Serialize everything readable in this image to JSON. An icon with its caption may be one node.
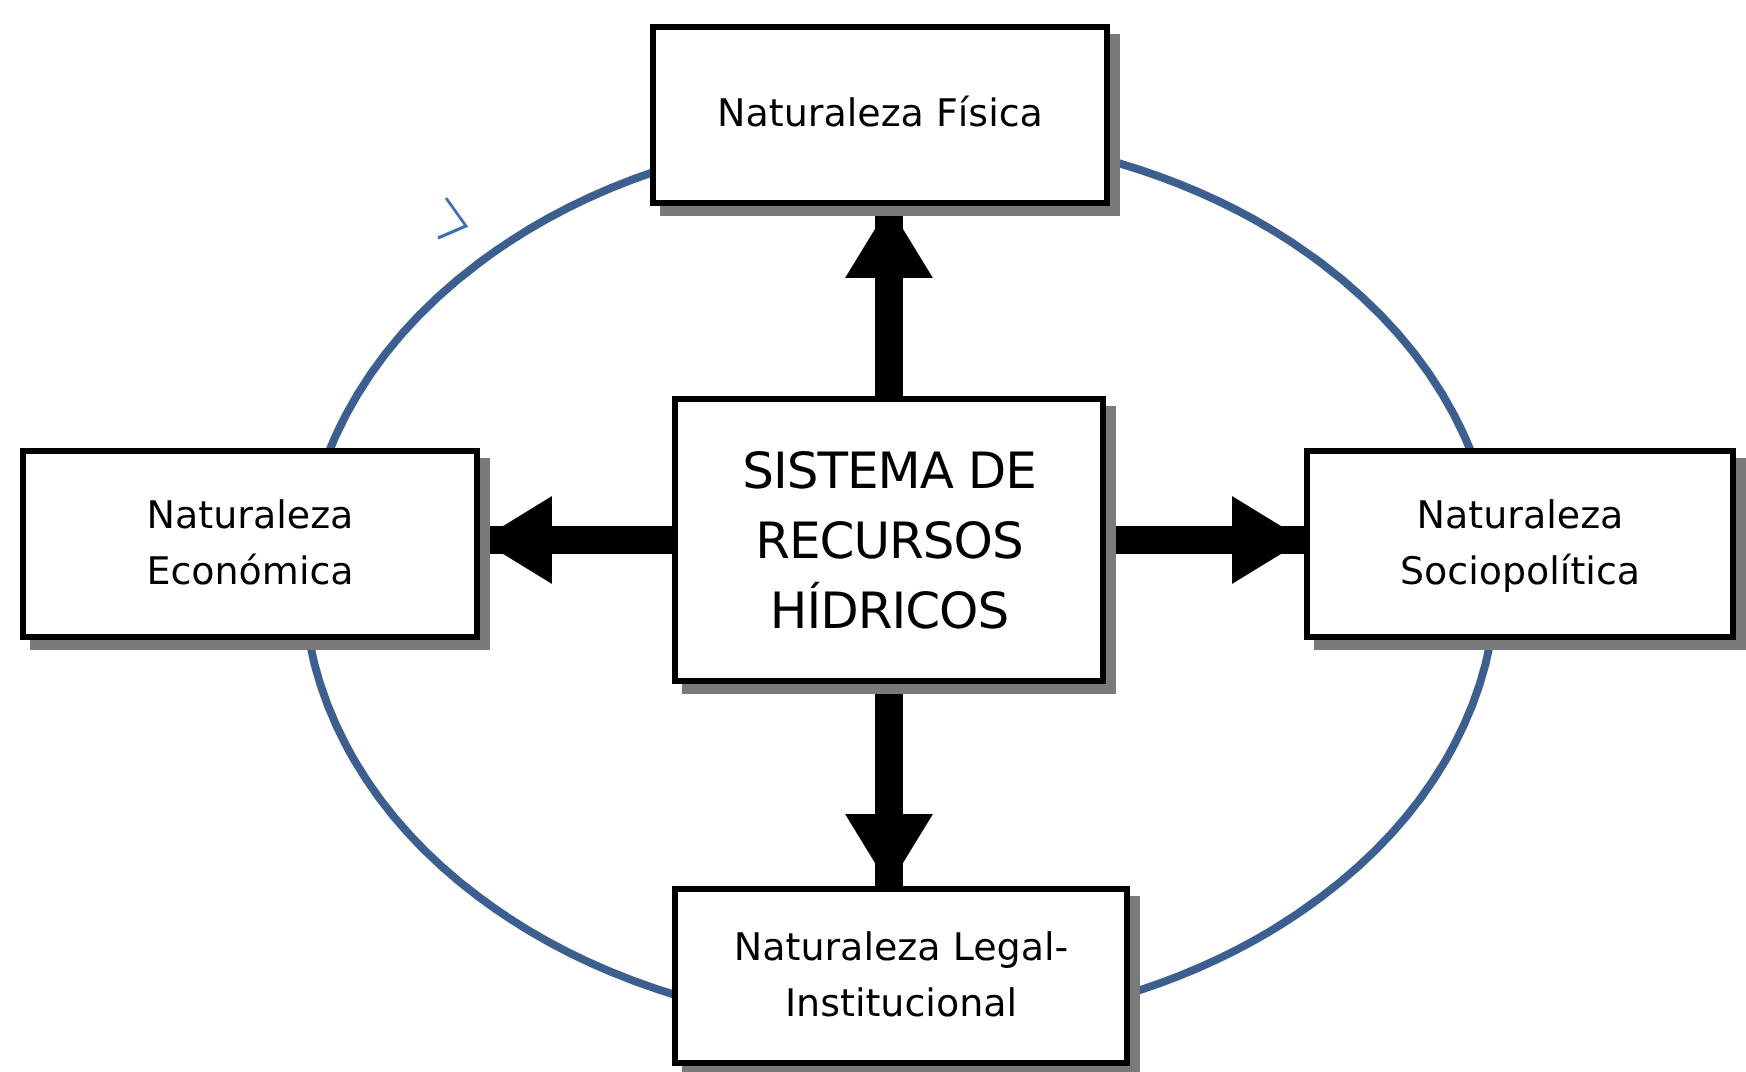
{
  "diagram": {
    "nodes": [
      {
        "text": [
          "Naturaleza Física"
        ]
      },
      {
        "text": [
          "Naturaleza Económica"
        ]
      },
      {
        "text": [
          "SISTEMA DE RECURSOS HÍDRICOS"
        ]
      },
      {
        "text": [
          "Naturaleza Sociopolítica"
        ]
      },
      {
        "text": [
          "Naturaleza Legal-Institucional"
        ]
      }
    ],
    "edges": [
      {
        "from": 2,
        "to": 0,
        "arrow": "to"
      },
      {
        "from": 2,
        "to": 1,
        "arrow": "to"
      },
      {
        "from": 2,
        "to": 3,
        "arrow": "to"
      },
      {
        "from": 2,
        "to": 4,
        "arrow": "to"
      }
    ]
  }
}
